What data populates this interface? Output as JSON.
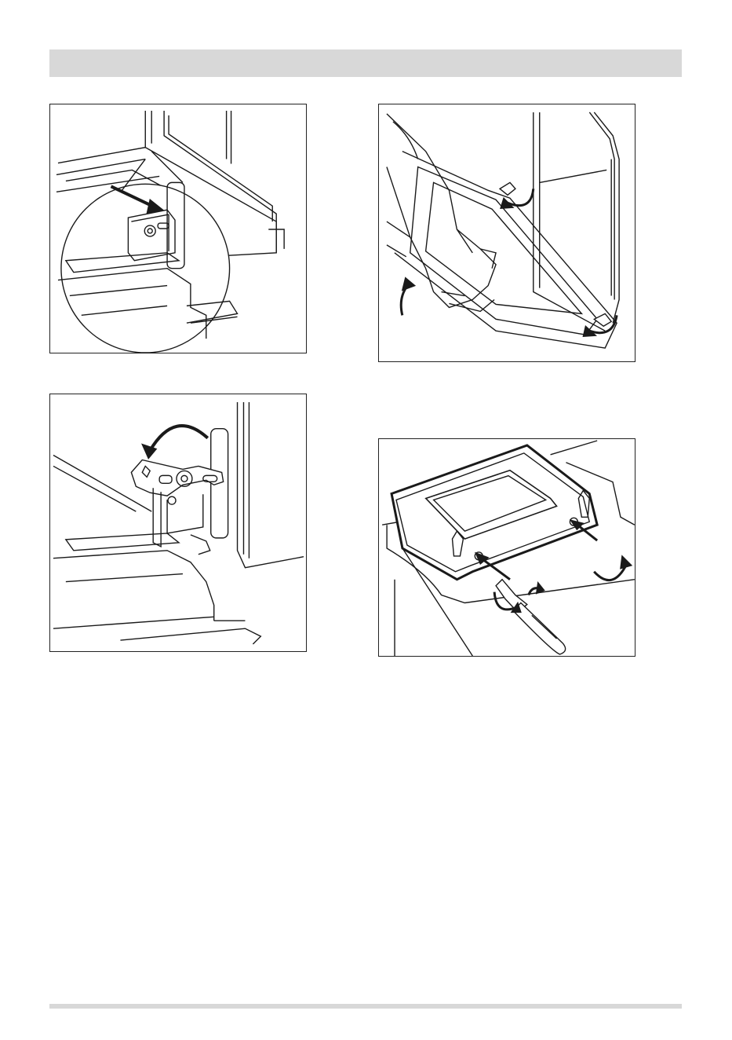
{
  "page": {
    "colors": {
      "header_bar": "#d8d8d8",
      "footer_bar": "#d8d8d8",
      "line_art": "#1a1a1a",
      "figure_border": "#222222",
      "background": "#ffffff"
    }
  },
  "figures": [
    {
      "icon": "door-hinge-detail-illustration"
    },
    {
      "icon": "door-removal-illustration"
    },
    {
      "icon": "hinge-lever-rotate-illustration"
    },
    {
      "icon": "door-glass-screw-illustration"
    }
  ]
}
